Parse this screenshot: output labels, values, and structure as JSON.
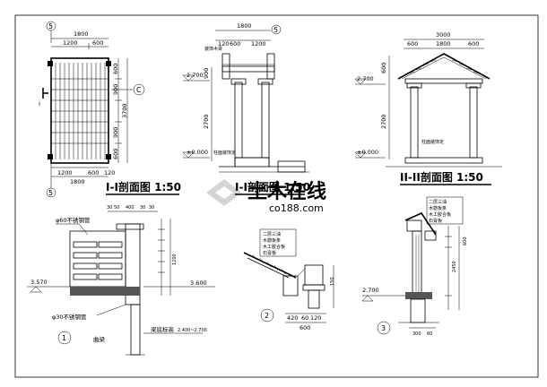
{
  "sheet": {
    "titles": [
      "I-I剖面图 1:50",
      "I-I剖面图 1:50",
      "II-II剖面图 1:50"
    ],
    "watermark": {
      "main": "土木在线",
      "sub": "co188.com"
    }
  },
  "plan": {
    "axis_top": "5",
    "axis_bottom": "5",
    "axis_right": "C",
    "section_mark": "I",
    "dims_top": [
      "1800",
      "1200",
      "600"
    ],
    "dims_bottom": [
      "1200",
      "600",
      "120",
      "1800"
    ],
    "dims_right": [
      "600",
      "900",
      "3700",
      "900",
      "600"
    ]
  },
  "section_a": {
    "axis": "5",
    "dims_top": [
      "1800",
      "120",
      "600",
      "1200"
    ],
    "label_top": "装饰木梁",
    "dims_left": [
      "900",
      "2700"
    ],
    "level_top": "2.700",
    "level_bottom": "±0.000",
    "note": "柱面装饰定"
  },
  "section_b": {
    "dims_top": [
      "3000",
      "600",
      "1800",
      "600"
    ],
    "dims_left": [
      "600",
      "2700"
    ],
    "level_top": "2.700",
    "level_bottom": "±0.000",
    "note": "柱面装饰定"
  },
  "detail_1": {
    "number": "1",
    "dims_top": [
      "30",
      "50",
      "400",
      "30",
      "30"
    ],
    "label_a": "φ60不锈钢管",
    "label_b": "φ30不锈钢管",
    "label_c": "曲梁",
    "label_d": "梁底标高",
    "label_e": "2.400~2.700",
    "level_left": "3.570",
    "level_right": "3.600",
    "dims_right": [
      "1200"
    ]
  },
  "detail_2": {
    "number": "2",
    "dims_bottom": [
      "420",
      "60",
      "120",
      "600"
    ],
    "notes": [
      "二层三油",
      "木筋板条",
      "木工胶合板",
      "石膏板"
    ]
  },
  "detail_3": {
    "number": "3",
    "dims_right": [
      "2450",
      "600"
    ],
    "level_left": "2.700",
    "dims_bottom": [
      "300",
      "60"
    ],
    "notes": [
      "二层三油",
      "木筋板条",
      "木工胶合板",
      "石膏板"
    ]
  }
}
